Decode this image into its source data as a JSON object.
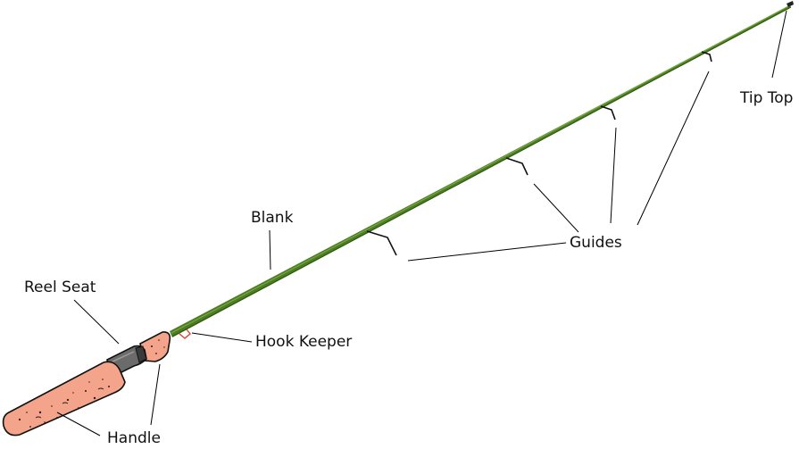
{
  "labels": {
    "tip_top": "Tip Top",
    "guides": "Guides",
    "blank": "Blank",
    "reel_seat": "Reel Seat",
    "hook_keeper": "Hook Keeper",
    "handle": "Handle"
  },
  "colors": {
    "blank_dark": "#3e6b1a",
    "blank_mid": "#5a8a2e",
    "blank_light": "#7aab45",
    "cork": "#f3a48a",
    "cork_speck": "#2b1a14",
    "reel_seat": "#6b6b6b",
    "reel_seat_dark": "#3a3a3a",
    "hook_keeper": "#e04030",
    "leader_line": "#000000"
  }
}
